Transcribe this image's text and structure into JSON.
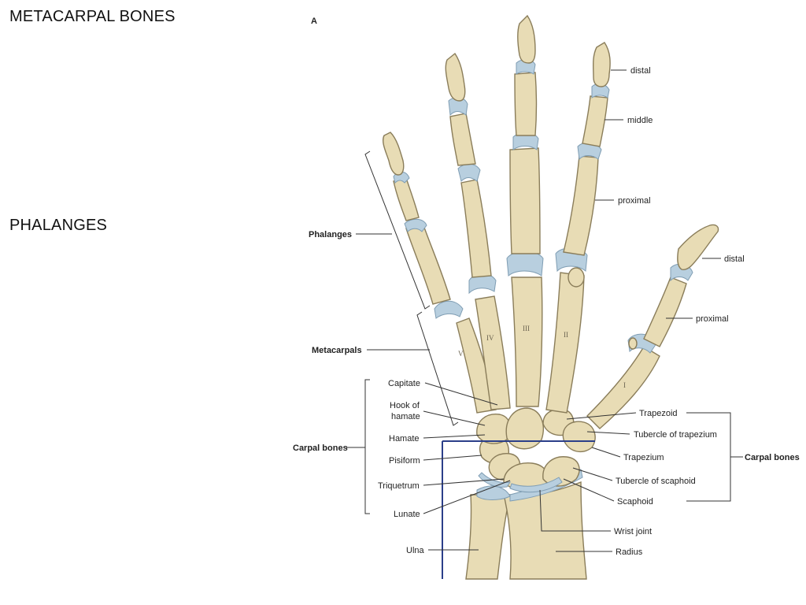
{
  "slide": {
    "title_1": "METACARPAL BONES",
    "title_2": "PHALANGES"
  },
  "figure": {
    "panel_letter": "A",
    "left_labels": {
      "phalanges": "Phalanges",
      "metacarpals": "Metacarpals",
      "carpal_bones": "Carpal bones",
      "capitate": "Capitate",
      "hook_of_hamate_1": "Hook of",
      "hook_of_hamate_2": "hamate",
      "hamate": "Hamate",
      "pisiform": "Pisiform",
      "triquetrum": "Triquetrum",
      "lunate": "Lunate",
      "ulna": "Ulna"
    },
    "right_labels": {
      "distal": "distal",
      "middle": "middle",
      "proximal": "proximal",
      "thumb_distal": "distal",
      "thumb_proximal": "proximal",
      "trapezoid": "Trapezoid",
      "tubercle_of_trapezium": "Tubercle of trapezium",
      "trapezium": "Trapezium",
      "tubercle_of_scaphoid": "Tubercle of scaphoid",
      "scaphoid": "Scaphoid",
      "wrist_joint": "Wrist joint",
      "radius": "Radius",
      "carpal_bones": "Carpal bones"
    },
    "roman_numerals": {
      "i": "I",
      "ii": "II",
      "iii": "III",
      "iv": "IV",
      "v": "V"
    },
    "colors": {
      "bone": "#e8dcb5",
      "cartilage": "#b8cfdf",
      "wrist_line": "#2b3f8a"
    }
  }
}
